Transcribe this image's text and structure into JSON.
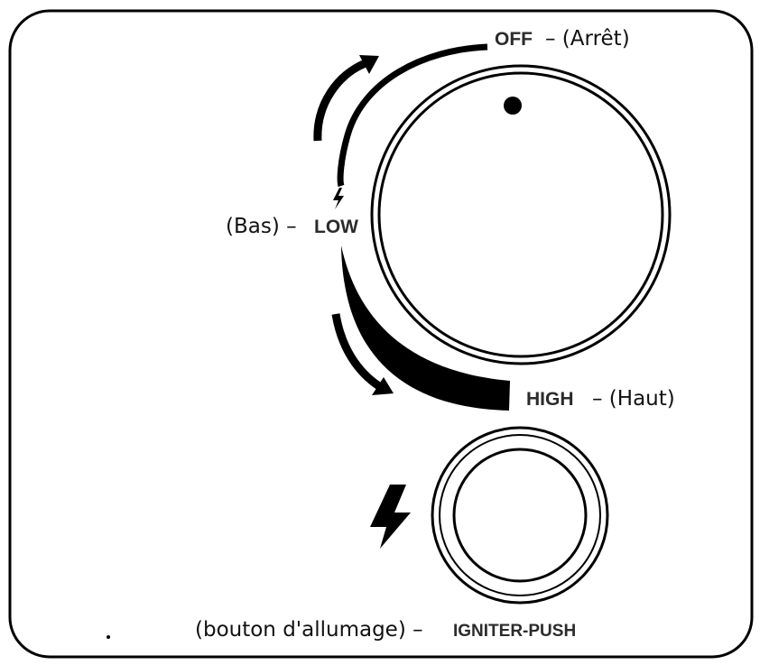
{
  "labels": {
    "off": "OFF",
    "off_fr": "– (Arrêt)",
    "low": "LOW",
    "low_fr": "(Bas) –",
    "high": "HIGH",
    "high_fr": "– (Haut)",
    "igniter": "IGNITER-PUSH",
    "igniter_fr": "(bouton d'allumage)  –"
  },
  "icons": {
    "spark_small": "lightning-bolt-icon",
    "spark_large": "lightning-bolt-icon"
  },
  "colors": {
    "ink": "#000000",
    "label_gray": "#2b2b2b",
    "background": "#ffffff"
  }
}
